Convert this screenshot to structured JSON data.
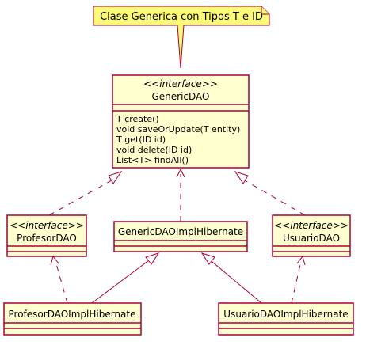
{
  "note": {
    "text": "Clase Generica con Tipos T e ID"
  },
  "classes": {
    "generic_dao": {
      "stereotype": "<<interface>>",
      "name": "GenericDAO",
      "methods": [
        "T create()",
        "void saveOrUpdate(T entity)",
        "T get(ID id)",
        "void delete(ID id)",
        "List<T> findAll()"
      ]
    },
    "profesor_dao": {
      "stereotype": "<<interface>>",
      "name": "ProfesorDAO"
    },
    "generic_dao_impl": {
      "name": "GenericDAOImplHibernate"
    },
    "usuario_dao": {
      "stereotype": "<<interface>>",
      "name": "UsuarioDAO"
    },
    "profesor_dao_impl": {
      "name": "ProfesorDAOImplHibernate"
    },
    "usuario_dao_impl": {
      "name": "UsuarioDAOImplHibernate"
    }
  },
  "colors": {
    "class_fill": "#FEFECE",
    "border": "#A80036",
    "note_fill": "#FBFB77"
  }
}
